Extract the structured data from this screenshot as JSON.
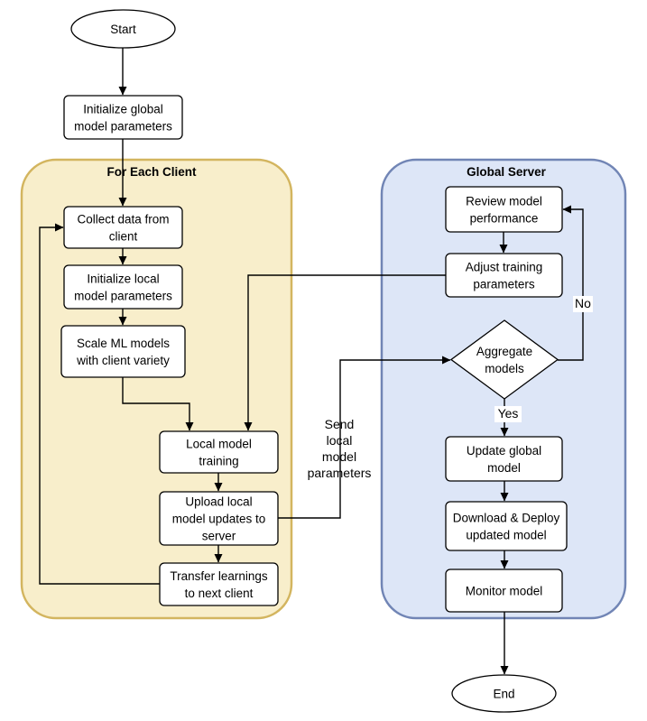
{
  "lanes": {
    "client": {
      "title": "For Each Client",
      "fill": "#f8eecb",
      "border": "#d3b55f"
    },
    "server": {
      "title": "Global Server",
      "fill": "#dde6f7",
      "border": "#7185b5"
    }
  },
  "nodes": {
    "start": {
      "shape": "terminator",
      "lines": [
        "Start"
      ]
    },
    "init_global": {
      "shape": "process",
      "lines": [
        "Initialize global",
        "model parameters"
      ]
    },
    "collect": {
      "shape": "process",
      "lines": [
        "Collect data from",
        "client"
      ]
    },
    "init_local": {
      "shape": "process",
      "lines": [
        "Initialize local",
        "model parameters"
      ]
    },
    "scale": {
      "shape": "process",
      "lines": [
        "Scale ML models",
        "with client variety"
      ]
    },
    "local_train": {
      "shape": "process",
      "lines": [
        "Local model",
        "training"
      ]
    },
    "upload": {
      "shape": "process",
      "lines": [
        "Upload local",
        "model updates to",
        "server"
      ]
    },
    "transfer": {
      "shape": "process",
      "lines": [
        "Transfer learnings",
        "to next client"
      ]
    },
    "review": {
      "shape": "process",
      "lines": [
        "Review model",
        "performance"
      ]
    },
    "adjust": {
      "shape": "process",
      "lines": [
        "Adjust training",
        "parameters"
      ]
    },
    "aggregate": {
      "shape": "decision",
      "lines": [
        "Aggregate",
        "models"
      ]
    },
    "update_global": {
      "shape": "process",
      "lines": [
        "Update global",
        "model"
      ]
    },
    "deploy": {
      "shape": "process",
      "lines": [
        "Download & Deploy",
        "updated model"
      ]
    },
    "monitor": {
      "shape": "process",
      "lines": [
        "Monitor model"
      ]
    },
    "end": {
      "shape": "terminator",
      "lines": [
        "End"
      ]
    }
  },
  "edges": [
    {
      "from": "start",
      "to": "init_global"
    },
    {
      "from": "init_global",
      "to": "collect"
    },
    {
      "from": "collect",
      "to": "init_local"
    },
    {
      "from": "init_local",
      "to": "scale"
    },
    {
      "from": "scale",
      "to": "local_train"
    },
    {
      "from": "local_train",
      "to": "upload"
    },
    {
      "from": "upload",
      "to": "transfer"
    },
    {
      "from": "transfer",
      "to": "collect"
    },
    {
      "from": "upload",
      "to": "aggregate",
      "label": [
        "Send",
        "local",
        "model",
        "parameters"
      ]
    },
    {
      "from": "aggregate",
      "to": "review",
      "label": [
        "No"
      ]
    },
    {
      "from": "review",
      "to": "adjust"
    },
    {
      "from": "adjust",
      "to": "local_train"
    },
    {
      "from": "aggregate",
      "to": "update_global",
      "label": [
        "Yes"
      ]
    },
    {
      "from": "update_global",
      "to": "deploy"
    },
    {
      "from": "deploy",
      "to": "monitor"
    },
    {
      "from": "monitor",
      "to": "end"
    }
  ]
}
